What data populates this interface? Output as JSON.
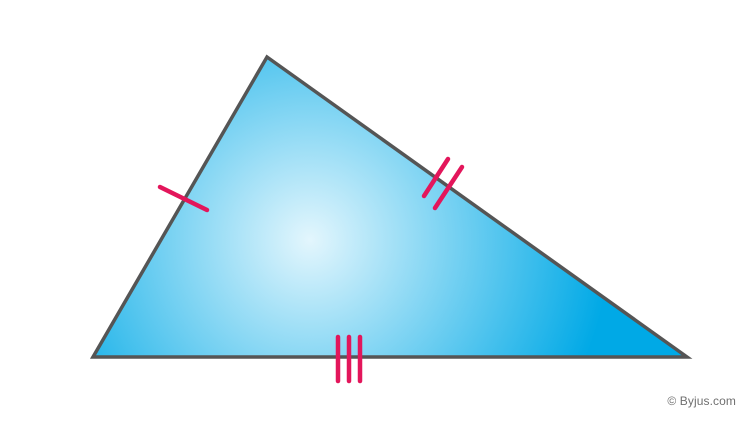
{
  "diagram": {
    "colors": {
      "fill_center": "#e3f6fd",
      "fill_edge": "#00a9e6",
      "outline": "#555555",
      "tick_marks": "#e3165b"
    },
    "tick_counts": {
      "left_side": 1,
      "right_side": 2,
      "base": 3
    }
  },
  "watermark": {
    "text": "© Byjus.com"
  }
}
